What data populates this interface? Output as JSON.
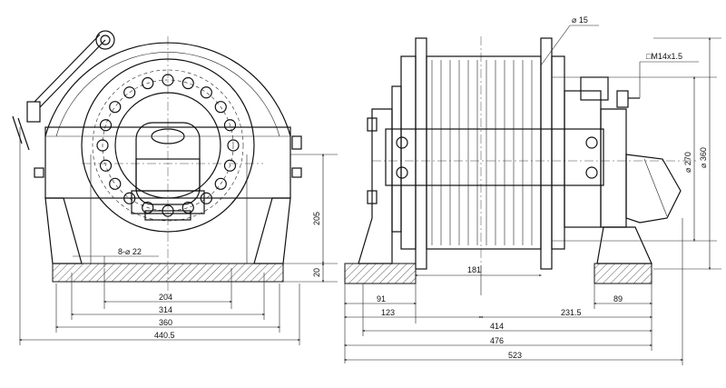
{
  "front_view": {
    "dims": {
      "holes": "8-⌀ 22",
      "d204": "204",
      "d314": "314",
      "d360": "360",
      "d440": "440.5",
      "d205": "205",
      "d20": "20"
    }
  },
  "side_view": {
    "dims": {
      "d15": "⌀ 15",
      "thread": "□M14x1.5",
      "d270": "⌀ 270",
      "d360": "⌀ 360",
      "d181": "181",
      "d91": "91",
      "d89": "89",
      "d123": "123",
      "d231": "231.5",
      "d414": "414",
      "d476": "476",
      "d523": "523"
    }
  },
  "colors": {
    "line": "#111111",
    "background": "#ffffff"
  }
}
